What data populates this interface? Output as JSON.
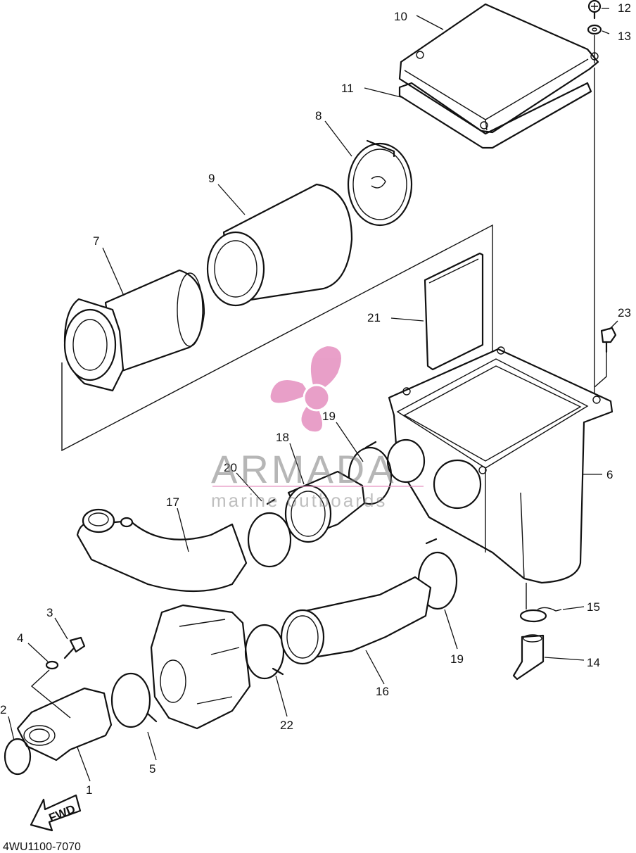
{
  "callouts": [
    {
      "id": "c1",
      "text": "1"
    },
    {
      "id": "c2",
      "text": "2"
    },
    {
      "id": "c3",
      "text": "3"
    },
    {
      "id": "c4",
      "text": "4"
    },
    {
      "id": "c5",
      "text": "5"
    },
    {
      "id": "c6",
      "text": "6"
    },
    {
      "id": "c7",
      "text": "7"
    },
    {
      "id": "c8",
      "text": "8"
    },
    {
      "id": "c9",
      "text": "9"
    },
    {
      "id": "c10",
      "text": "10"
    },
    {
      "id": "c11",
      "text": "11"
    },
    {
      "id": "c12",
      "text": "12"
    },
    {
      "id": "c13",
      "text": "13"
    },
    {
      "id": "c14",
      "text": "14"
    },
    {
      "id": "c15",
      "text": "15"
    },
    {
      "id": "c16",
      "text": "16"
    },
    {
      "id": "c17",
      "text": "17"
    },
    {
      "id": "c18",
      "text": "18"
    },
    {
      "id": "c19a",
      "text": "19"
    },
    {
      "id": "c19b",
      "text": "19"
    },
    {
      "id": "c20",
      "text": "20"
    },
    {
      "id": "c21",
      "text": "21"
    },
    {
      "id": "c22",
      "text": "22"
    },
    {
      "id": "c23",
      "text": "23"
    }
  ],
  "direction_label": "FWD",
  "diagram_code": "4WU1100-7070",
  "watermark": {
    "word": "ARMADA",
    "subtitle": "marine outboards",
    "logo_color": "#e58fbf",
    "text_color": "#7a7a7a"
  }
}
